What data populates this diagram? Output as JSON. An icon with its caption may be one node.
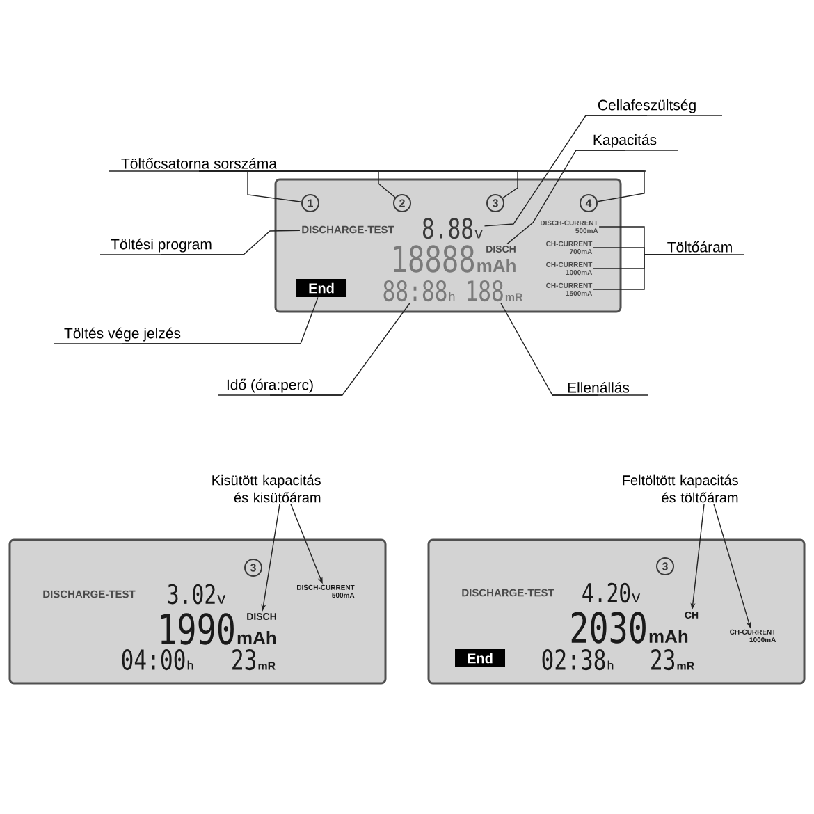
{
  "diagram": {
    "nodes": [
      {
        "text": [
          "Cellafeszültség"
        ]
      },
      {
        "text": [
          "Kapacitás"
        ]
      },
      {
        "text": [
          "Töltőcsatorna sorszáma"
        ]
      },
      {
        "text": [],
        "shape": "box"
      },
      {
        "text": [
          "1"
        ],
        "in": 3
      },
      {
        "text": [
          "2"
        ],
        "in": 3
      },
      {
        "text": [
          "3"
        ],
        "in": 3
      },
      {
        "text": [
          "4"
        ],
        "in": 3
      },
      {
        "text": [
          "DISCHARGE-TEST"
        ],
        "in": 3
      },
      {
        "text": [
          "8.88",
          "v"
        ],
        "in": 3
      },
      {
        "text": [
          "DISCH-CURRENT",
          "500mA"
        ],
        "in": 3
      },
      {
        "text": [
          "Töltési program"
        ]
      },
      {
        "text": [
          "Töltőáram"
        ]
      },
      {
        "text": [
          "18888",
          "mAh"
        ],
        "in": 3
      },
      {
        "text": [
          "DISCH"
        ],
        "in": 3
      },
      {
        "text": [
          "CH-CURRENT",
          "700mA"
        ],
        "in": 3
      },
      {
        "text": [
          "CH-CURRENT",
          "1000mA"
        ],
        "in": 3
      },
      {
        "text": [
          "End"
        ],
        "in": 3
      },
      {
        "text": [
          "88:88",
          "h"
        ],
        "in": 3
      },
      {
        "text": [
          "188",
          "mR"
        ],
        "in": 3
      },
      {
        "text": [
          "CH-CURRENT",
          "1500mA"
        ],
        "in": 3
      },
      {
        "text": [
          "Töltés vége jelzés"
        ]
      },
      {
        "text": [
          "Idő (óra:perc)"
        ]
      },
      {
        "text": [
          "Ellenállás"
        ]
      },
      {
        "text": [
          "Kisütött kapacitás és kisütőáram"
        ]
      },
      {
        "text": [
          "Feltöltött kapacitás és töltőáram"
        ]
      },
      {
        "text": [],
        "shape": "box"
      },
      {
        "text": [
          "3"
        ],
        "in": 26
      },
      {
        "text": [
          "DISCHARGE-TEST"
        ],
        "in": 26
      },
      {
        "text": [
          "3.02",
          "v"
        ],
        "in": 26
      },
      {
        "text": [
          "DISCH-CURRENT",
          "500mA"
        ],
        "in": 26
      },
      {
        "text": [
          "DISCH"
        ],
        "in": 26
      },
      {
        "text": [
          "1990",
          "mAh"
        ],
        "in": 26
      },
      {
        "text": [
          "04:00",
          "h"
        ],
        "in": 26
      },
      {
        "text": [
          "23",
          "mR"
        ],
        "in": 26
      },
      {
        "text": [],
        "shape": "box"
      },
      {
        "text": [
          "3"
        ],
        "in": 35
      },
      {
        "text": [
          "DISCHARGE-TEST"
        ],
        "in": 35
      },
      {
        "text": [
          "4.20",
          "v"
        ],
        "in": 35
      },
      {
        "text": [
          "CH"
        ],
        "in": 35
      },
      {
        "text": [
          "2030",
          "mAh"
        ],
        "in": 35
      },
      {
        "text": [
          "CH-CURRENT",
          "1000mA"
        ],
        "in": 35
      },
      {
        "text": [
          "End"
        ],
        "in": 35
      },
      {
        "text": [
          "02:38",
          "h"
        ],
        "in": 35
      },
      {
        "text": [
          "23",
          "mR"
        ],
        "in": 35
      }
    ],
    "edges": [
      {
        "from": 2,
        "to": 4,
        "arrow": "none"
      },
      {
        "from": 2,
        "to": 5,
        "arrow": "none"
      },
      {
        "from": 2,
        "to": 6,
        "arrow": "none"
      },
      {
        "from": 2,
        "to": 7,
        "arrow": "none"
      },
      {
        "from": 0,
        "to": 9,
        "arrow": "none"
      },
      {
        "from": 1,
        "to": 14,
        "arrow": "none"
      },
      {
        "from": 11,
        "to": 8,
        "arrow": "none"
      },
      {
        "from": 12,
        "to": 10,
        "arrow": "none"
      },
      {
        "from": 12,
        "to": 15,
        "arrow": "none"
      },
      {
        "from": 12,
        "to": 16,
        "arrow": "none"
      },
      {
        "from": 12,
        "to": 20,
        "arrow": "none"
      },
      {
        "from": 21,
        "to": 17,
        "arrow": "none"
      },
      {
        "from": 22,
        "to": 18,
        "arrow": "none"
      },
      {
        "from": 23,
        "to": 19,
        "arrow": "none"
      },
      {
        "from": 24,
        "to": 31,
        "arrow": "to"
      },
      {
        "from": 24,
        "to": 30,
        "arrow": "to"
      },
      {
        "from": 25,
        "to": 39,
        "arrow": "to"
      },
      {
        "from": 25,
        "to": 41,
        "arrow": "to"
      }
    ]
  }
}
